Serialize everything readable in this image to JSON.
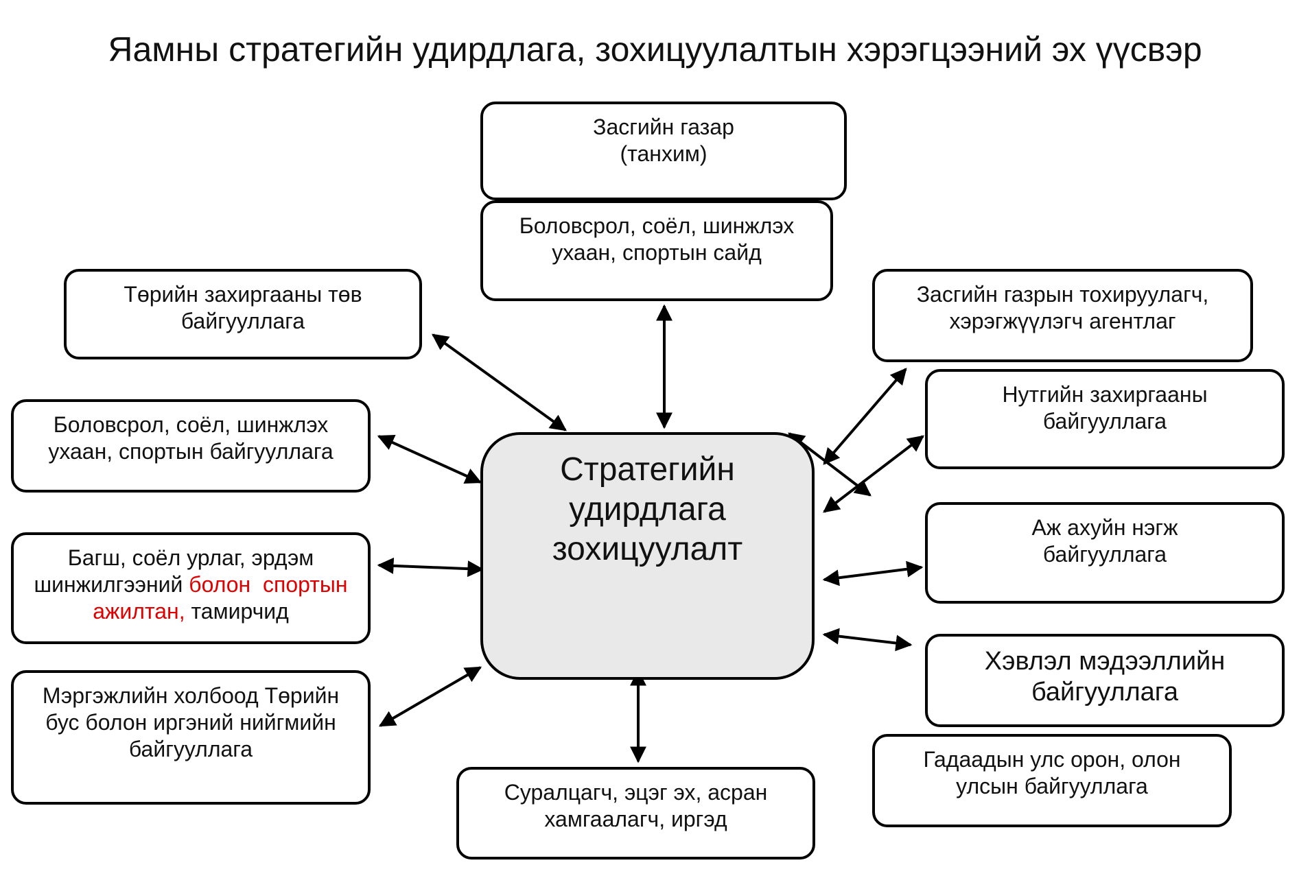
{
  "title": "Яамны стратегийн удирдлага, зохицуулалтын хэрэгцээний эх үүсвэр",
  "center": {
    "lines": [
      "Стратегийн",
      "удирдлага",
      "зохицуулалт"
    ]
  },
  "nodes": {
    "government": [
      "Засгийн газар",
      "(танхим)"
    ],
    "ministry": [
      "Боловсрол, соёл, шинжлэх",
      "ухаан, спортын сайд"
    ],
    "central_admin": [
      "Төрийн захиргааны төв",
      "байгууллага"
    ],
    "education_orgs": [
      "Боловсрол, соёл, шинжлэх",
      "ухаан, спортын байгууллага"
    ],
    "teachers": {
      "line1": "Багш, соёл урлаг, эрдэм",
      "line2_black": "шинжилгээний ",
      "line2_red": "болон  спортын",
      "line3_red": "ажилтан,",
      "line3_black": " тамирчид"
    },
    "professional_assoc": [
      "Мэргэжлийн холбоод Төрийн",
      "бус болон иргэний нийгмийн",
      "байгууллага"
    ],
    "students": [
      "Суралцагч, эцэг эх, асран",
      "хамгаалагч, иргэд"
    ],
    "regulatory_agency": [
      "Засгийн газрын тохируулагч,",
      "хэрэгжүүлэгч агентлаг"
    ],
    "local_admin": [
      "Нутгийн захиргааны",
      "байгууллага"
    ],
    "business": [
      "Аж ахуйн нэгж",
      "байгууллага"
    ],
    "media": [
      "Хэвлэл мэдээллийн",
      "байгууллага"
    ],
    "foreign": [
      "Гадаадын улс орон, олон",
      "улсын байгууллага"
    ]
  },
  "colors": {
    "highlight": "#e00000",
    "center_fill": "#e9e9e9",
    "border": "#000000"
  }
}
